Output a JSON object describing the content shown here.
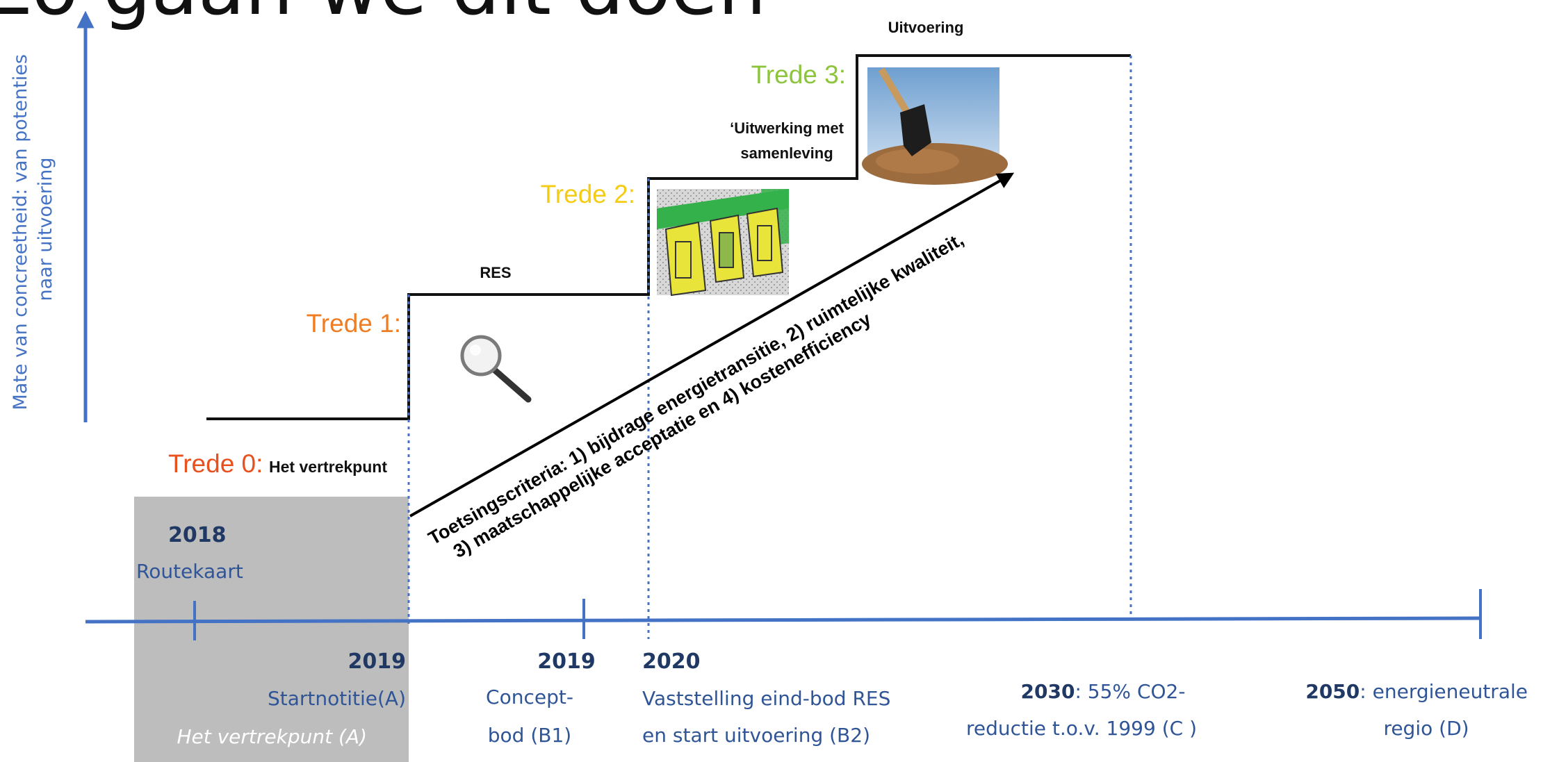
{
  "title": "Zo gaan we dit doen",
  "y_axis_label_line1": "Mate van concreetheid: van potenties",
  "y_axis_label_line2": "naar uitvoering",
  "steps": [
    {
      "label": "Trede 0:",
      "caption": "Het vertrekpunt",
      "color": "#e8501e"
    },
    {
      "label": "Trede 1:",
      "caption": "RES",
      "color": "#ee7d23"
    },
    {
      "label": "Trede 2:",
      "caption_line1": "‘Uitwerking met",
      "caption_line2": "samenleving",
      "color": "#f4cc14"
    },
    {
      "label": "Trede 3:",
      "caption": "Uitvoering",
      "color": "#8cc43c"
    }
  ],
  "criteria": {
    "line1": "Toetsingscriteria: 1) bijdrage energietransitie, 2) ruimtelijke kwaliteit,",
    "line2": "3) maatschappelijke acceptatie en 4) kostenefficiency"
  },
  "timeline": {
    "routekaart": {
      "year": "2018",
      "label": "Routekaart"
    },
    "startnotitie": {
      "year": "2019",
      "label": "Startnotitie(A)",
      "sub": "Het vertrekpunt (A)"
    },
    "conceptbod": {
      "year": "2019",
      "line1": "Concept-",
      "line2": "bod (B1)"
    },
    "eindbod": {
      "year": "2020",
      "line1": "Vaststelling eind-bod RES",
      "line2": "en start uitvoering (B2)"
    },
    "co2": {
      "year": "2030",
      "line1": ": 55% CO2-",
      "line2": "reductie t.o.v. 1999 (C )"
    },
    "neutraal": {
      "year": "2050",
      "line1": ": energieneutrale",
      "line2": "regio (D)"
    }
  },
  "colors": {
    "axis": "#4472c4",
    "timeline_text": "#2f5597",
    "year_text": "#1f3864",
    "shade": "#bdbdbd"
  },
  "icons": [
    "magnifier-icon",
    "map-plan-icon",
    "shovel-icon"
  ]
}
